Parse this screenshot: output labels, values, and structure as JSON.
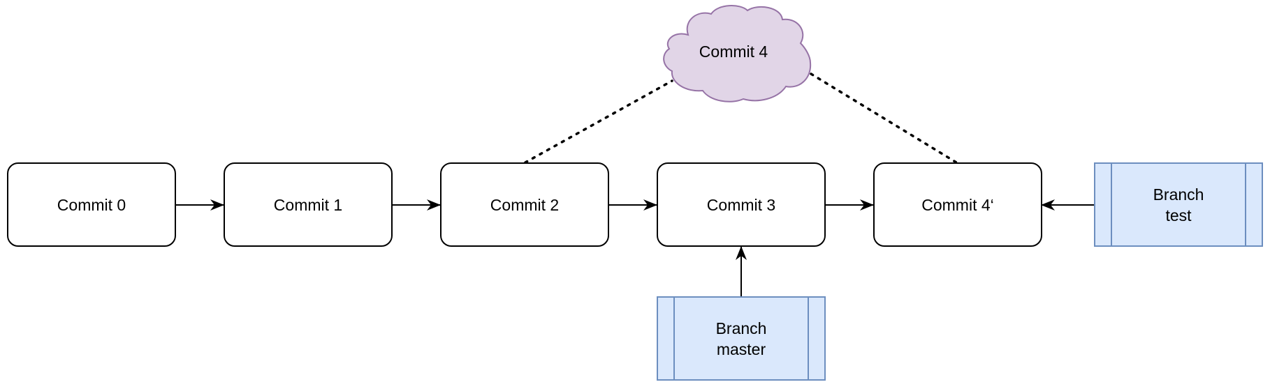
{
  "colors": {
    "commit_fill": "#ffffff",
    "commit_stroke": "#000000",
    "branch_fill": "#dae8fc",
    "branch_stroke": "#6c8ebf",
    "cloud_fill": "#e1d5e7",
    "cloud_stroke": "#9673a6",
    "edge": "#000000"
  },
  "commits": [
    {
      "id": "c0",
      "label": "Commit 0"
    },
    {
      "id": "c1",
      "label": "Commit 1"
    },
    {
      "id": "c2",
      "label": "Commit 2"
    },
    {
      "id": "c3",
      "label": "Commit 3"
    },
    {
      "id": "c4p",
      "label": "Commit 4‘"
    }
  ],
  "rewritten_commit": {
    "id": "c4",
    "label": "Commit 4"
  },
  "branches": [
    {
      "id": "master",
      "line1": "Branch",
      "line2": "master"
    },
    {
      "id": "test",
      "line1": "Branch",
      "line2": "test"
    }
  ],
  "edges": [
    {
      "from": "c0",
      "to": "c1",
      "style": "arrow"
    },
    {
      "from": "c1",
      "to": "c2",
      "style": "arrow"
    },
    {
      "from": "c2",
      "to": "c3",
      "style": "arrow"
    },
    {
      "from": "c3",
      "to": "c4p",
      "style": "arrow"
    },
    {
      "from": "master",
      "to": "c3",
      "style": "arrow"
    },
    {
      "from": "test",
      "to": "c4p",
      "style": "arrow"
    },
    {
      "from": "c2",
      "to": "c4",
      "style": "dotted"
    },
    {
      "from": "c4",
      "to": "c4p",
      "style": "dotted"
    }
  ]
}
